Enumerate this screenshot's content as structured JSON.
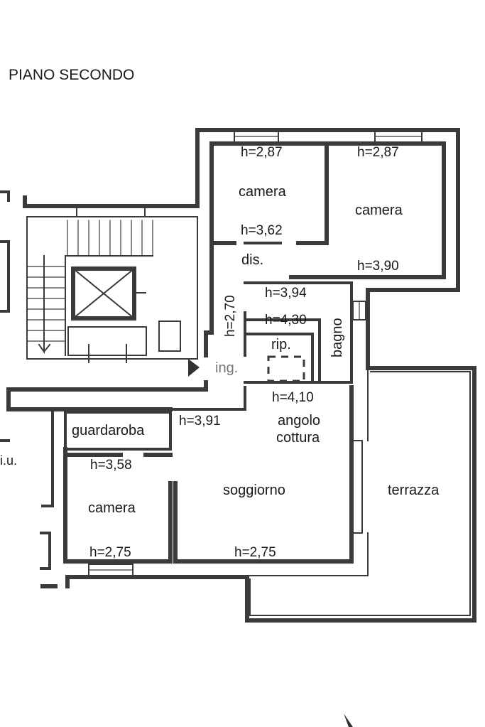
{
  "plan": {
    "title": "PIANO SECONDO",
    "rooms": {
      "camera_top_left": "camera",
      "camera_top_right": "camera",
      "dis": "dis.",
      "rip": "rip.",
      "bagno": "bagno",
      "ingresso": "ing.",
      "guardaroba": "guardaroba",
      "angolo": "angolo",
      "cottura": "cottura",
      "soggiorno": "soggiorno",
      "camera_bottom": "camera",
      "terrazza": "terrazza",
      "edge_fragment": "i.u."
    },
    "heights": {
      "h1": "h=2,87",
      "h2": "h=2,87",
      "h3": "h=3,62",
      "h4": "h=3,90",
      "h5": "h=3,94",
      "h6": "h=4,30",
      "h7": "h=2,70",
      "h8": "h=4,10",
      "h9": "h=3,91",
      "h10": "h=3,58",
      "h11": "h=2,75",
      "h12": "h=2,75"
    }
  }
}
